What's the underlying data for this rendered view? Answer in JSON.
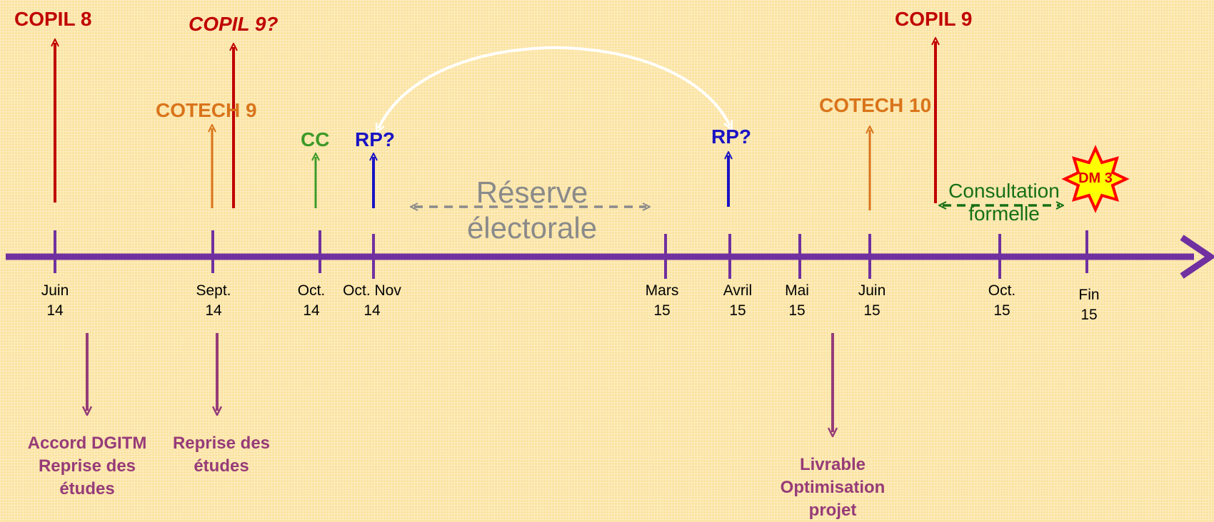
{
  "events": {
    "copil8": "COPIL 8",
    "copil9_q": "COPIL 9?",
    "cotech9": "COTECH 9",
    "cc": "CC",
    "rp1": "RP?",
    "rp2": "RP?",
    "cotech10": "COTECH 10",
    "copil9": "COPIL 9"
  },
  "dates": [
    {
      "month": "Juin",
      "year": "14"
    },
    {
      "month": "Sept.",
      "year": "14"
    },
    {
      "month": "Oct.",
      "year": "14"
    },
    {
      "month": "Oct. Nov",
      "year": "14"
    },
    {
      "month": "Mars",
      "year": "15"
    },
    {
      "month": "Avril",
      "year": "15"
    },
    {
      "month": "Mai",
      "year": "15"
    },
    {
      "month": "Juin",
      "year": "15"
    },
    {
      "month": "Oct.",
      "year": "15"
    },
    {
      "month": "Fin",
      "year": "15"
    }
  ],
  "reserve": {
    "line1": "Réserve",
    "line2": "électorale"
  },
  "consultation": {
    "line1": "Consultation",
    "line2": "formelle"
  },
  "dm3": "DM 3",
  "notes": [
    {
      "lines": [
        "Accord DGITM",
        "Reprise des",
        "études"
      ]
    },
    {
      "lines": [
        "Reprise des",
        "études"
      ]
    },
    {
      "lines": [
        "Livrable",
        "Optimisation",
        "projet"
      ]
    }
  ],
  "colors": {
    "background": "#fbe3a2",
    "timeline": "#7030a0",
    "copil": "#c00000",
    "cotech": "#d9741b",
    "cc": "#3c9a28",
    "rp": "#1a13c4",
    "note": "#963b78",
    "reserve": "#8a8a8a",
    "consultation": "#157015",
    "dm_fill": "#ffff00",
    "dm_stroke": "#ff0000"
  }
}
